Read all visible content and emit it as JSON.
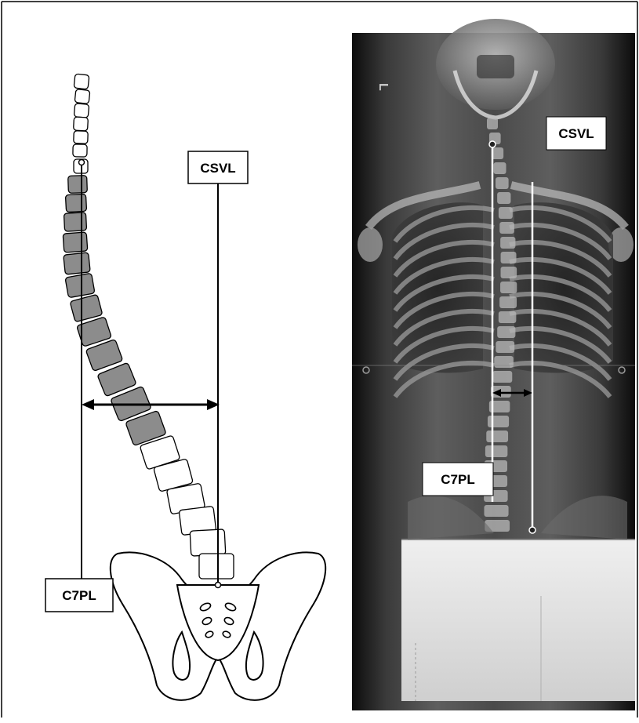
{
  "diagram": {
    "labels": {
      "csvl": "CSVL",
      "c7pl": "C7PL"
    }
  },
  "xray": {
    "labels": {
      "csvl": "CSVL",
      "c7pl": "C7PL"
    }
  }
}
